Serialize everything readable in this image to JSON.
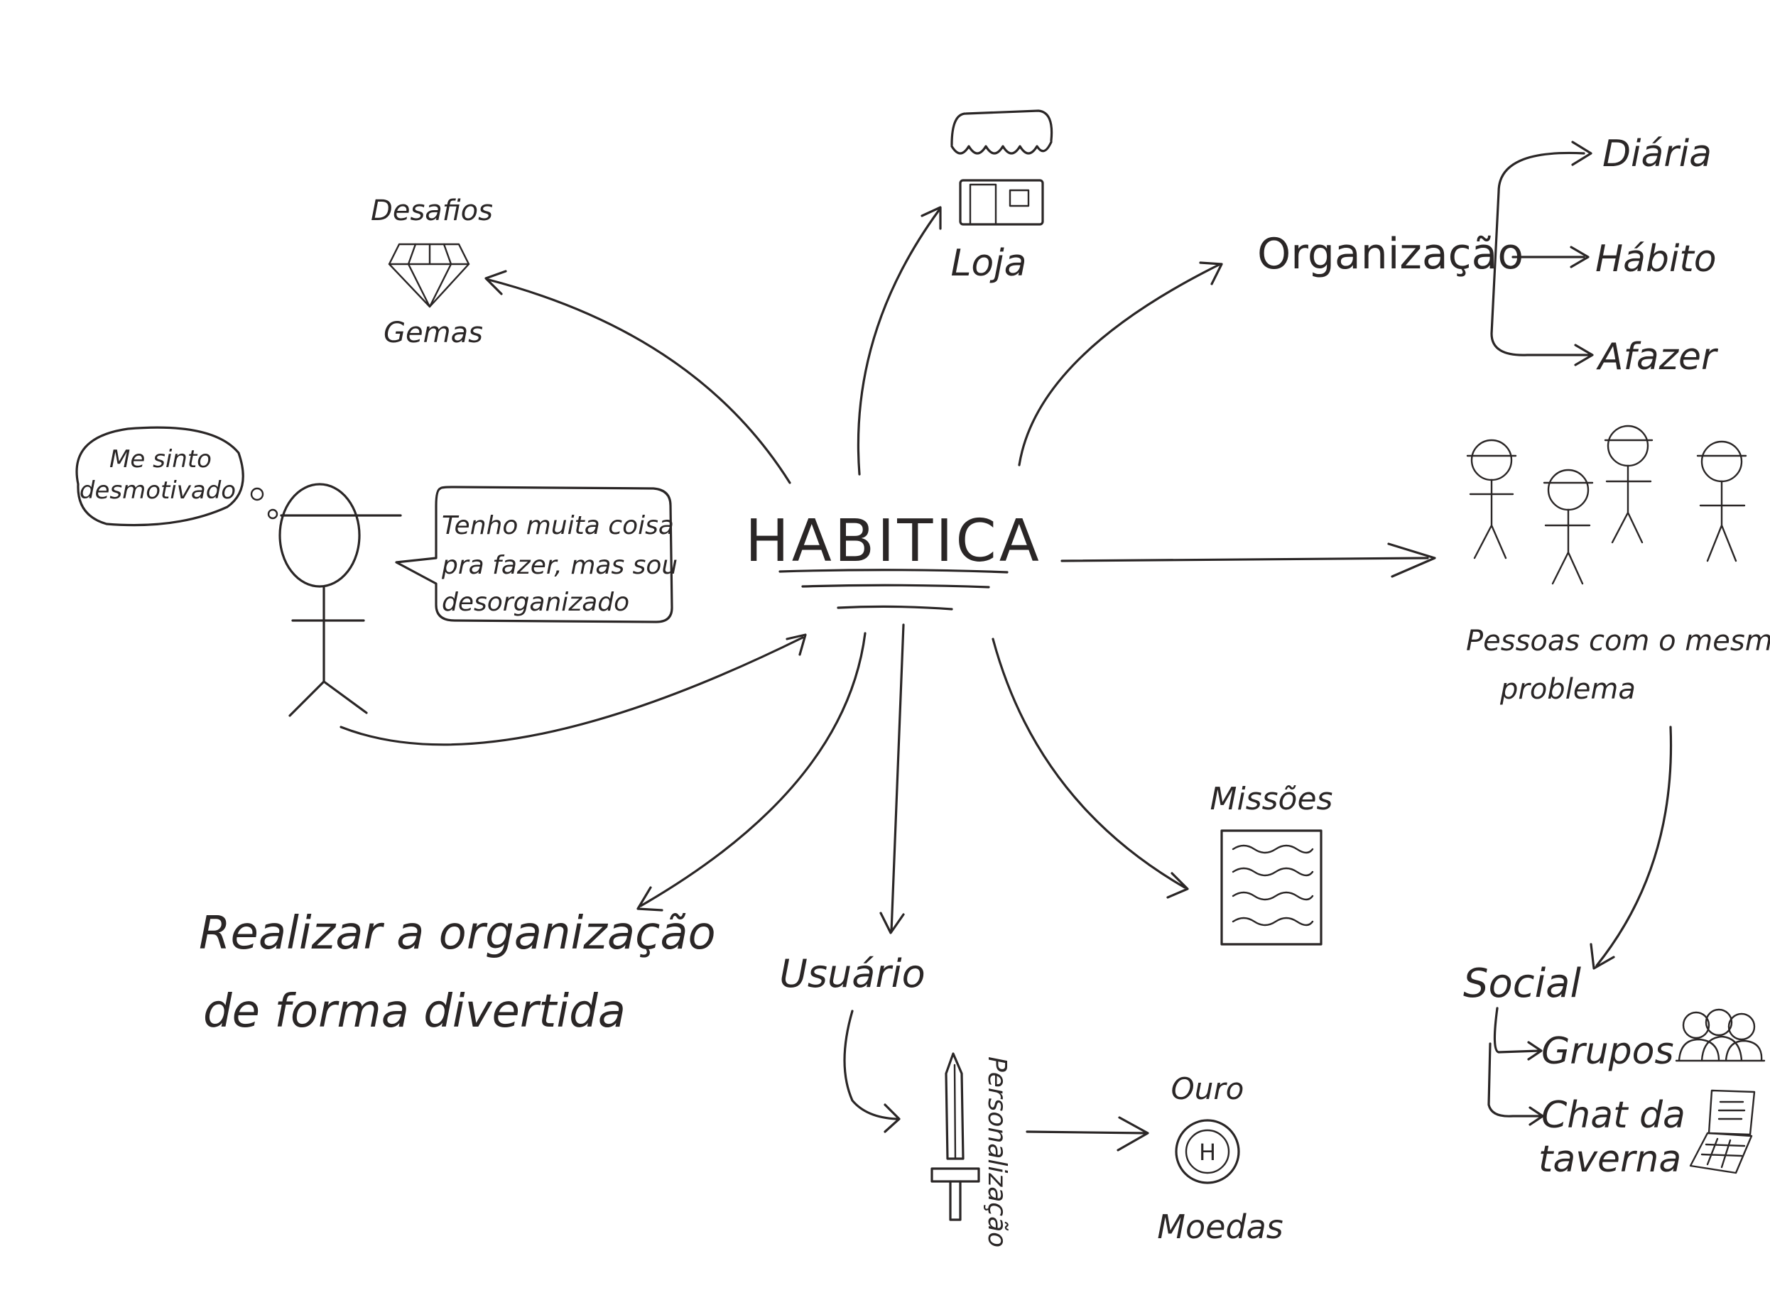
{
  "center": {
    "title": "HABITICA"
  },
  "nodes": {
    "desafios": "Desafios",
    "gemas": "Gemas",
    "loja": "Loja",
    "organizacao": "Organização",
    "diaria": "Diária",
    "habito": "Hábito",
    "afazer": "Afazer",
    "pessoas_line1": "Pessoas com o mesmo",
    "pessoas_line2": "problema",
    "missoes": "Missões",
    "social": "Social",
    "grupos": "Grupos",
    "chat_line1": "Chat da",
    "chat_line2": "taverna",
    "usuario": "Usuário",
    "personalizacao": "Personalização",
    "ouro": "Ouro",
    "moedas": "Moedas",
    "coin_letter": "H",
    "realizar_line1": "Realizar a organização",
    "realizar_line2": "de forma divertida"
  },
  "user": {
    "thought": [
      "Me sinto",
      "desmotivado"
    ],
    "speech": [
      "Tenho muita coisa",
      "pra fazer, mas sou",
      "desorganizado"
    ]
  },
  "colors": {
    "ink": "#2a2626",
    "paper": "#ffffff"
  }
}
